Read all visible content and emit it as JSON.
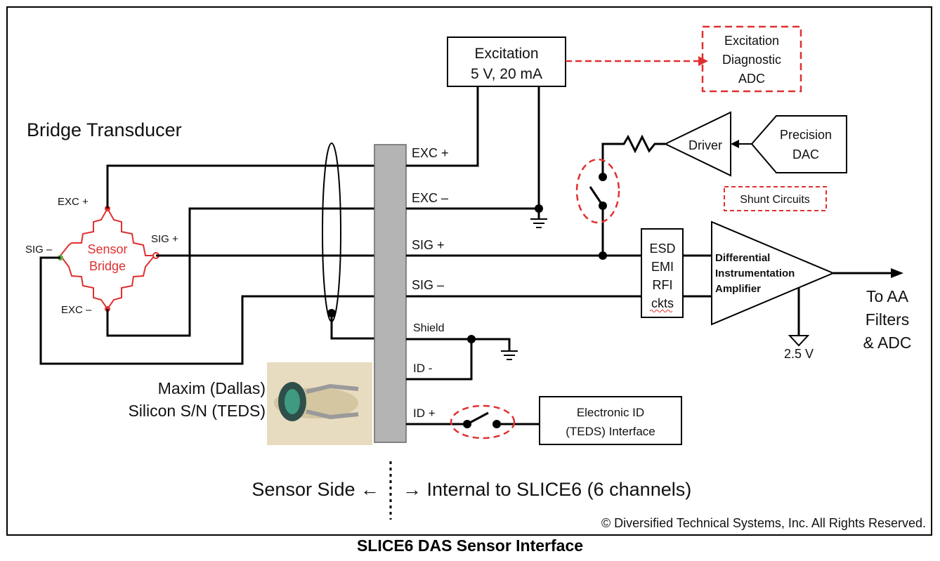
{
  "title": "SLICE6 DAS Sensor Interface",
  "copyright": "© Diversified Technical Systems, Inc.  All Rights Reserved.",
  "labels": {
    "bridge_transducer": "Bridge Transducer",
    "exc_plus_node": "EXC +",
    "exc_minus_node": "EXC –",
    "sig_minus_node": "SIG –",
    "sig_plus_node": "SIG +",
    "sensor_line1": "Sensor",
    "sensor_line2": "Bridge",
    "conn_exc_plus": "EXC +",
    "conn_exc_minus": "EXC –",
    "conn_sig_plus": "SIG +",
    "conn_sig_minus": "SIG –",
    "conn_shield": "Shield",
    "conn_id_minus": "ID -",
    "conn_id_plus": "ID +",
    "maxim_line1": "Maxim (Dallas)",
    "maxim_line2": "Silicon S/N (TEDS)",
    "excitation_line1": "Excitation",
    "excitation_line2": "5 V, 20 mA",
    "diag_line1": "Excitation",
    "diag_line2": "Diagnostic",
    "diag_line3": "ADC",
    "driver": "Driver",
    "dac_line1": "Precision",
    "dac_line2": "DAC",
    "shunt_circuits": "Shunt Circuits",
    "esd": "ESD",
    "emi": "EMI",
    "rfi": "RFI",
    "ckts": "ckts",
    "amp_line1": "Differential",
    "amp_line2": "Instrumentation",
    "amp_line3": "Amplifier",
    "ref_voltage": "2.5 V",
    "out_line1": "To AA",
    "out_line2": "Filters",
    "out_line3": "& ADC",
    "teds_line1": "Electronic ID",
    "teds_line2": "(TEDS) Interface",
    "sensor_side": "Sensor Side ←",
    "internal_side": "→ Internal to SLICE6 (6 channels)"
  },
  "colors": {
    "accent_red": "#e03030",
    "connector_gray": "#b4b4b4",
    "wire": "#000000"
  }
}
